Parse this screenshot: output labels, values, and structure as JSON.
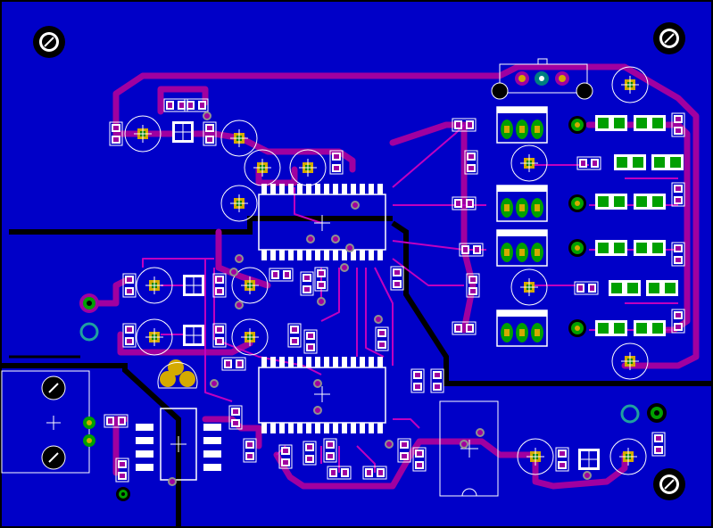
{
  "view": {
    "kind": "pcb-layout",
    "board_edge_color": "#000000",
    "copper_pour_color": "#0000c8",
    "trace_color": "#a000a0",
    "pad_color": "#d4aa00",
    "pad_hole_color": "#008000",
    "silkscreen_color": "#ffffff",
    "smd_pad_color": "#00a000"
  },
  "mounting_holes": [
    {
      "name": "mh-top-left"
    },
    {
      "name": "mh-top-right"
    },
    {
      "name": "mh-bottom-right"
    }
  ],
  "icons": {
    "crosshair": "crosshair-icon",
    "mounting_hole": "screw-hole-icon"
  }
}
